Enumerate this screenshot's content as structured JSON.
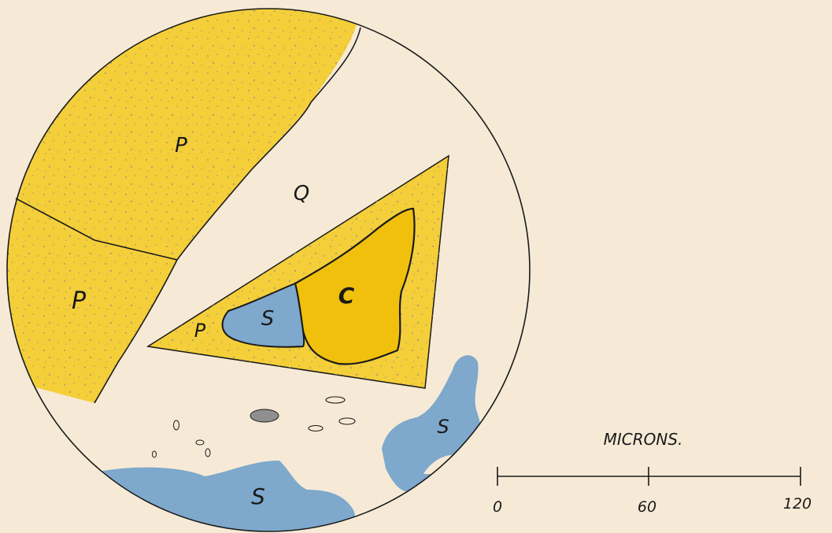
{
  "colors": {
    "paper": "#f6ead6",
    "mineral_p": "#f4cf3a",
    "mineral_c": "#f0c00c",
    "mineral_s": "#7ea8cc",
    "opaque_grain": "#8f8f8f",
    "ink": "#1a1a1a"
  },
  "labels": {
    "p_top": "P",
    "p_left": "P",
    "p_inner": "P",
    "q": "Q",
    "s_inner": "S",
    "c": "C",
    "s_right": "S",
    "s_bottom": "S"
  },
  "scale_bar": {
    "unit": "MICRONS.",
    "ticks": [
      "0",
      "60",
      "120"
    ]
  }
}
